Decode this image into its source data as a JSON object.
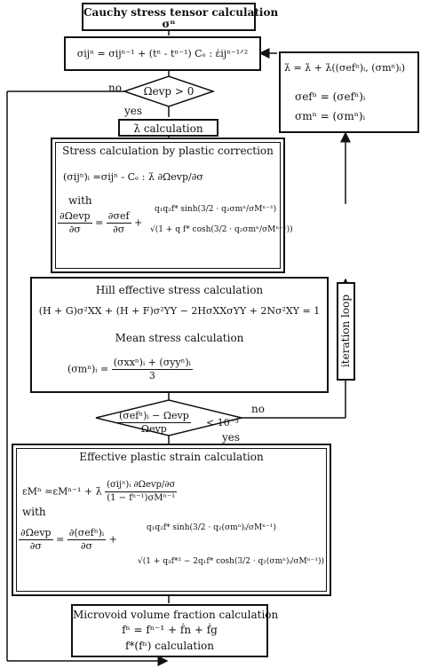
{
  "boxes": {
    "cauchy": {
      "title": "Cauchy stress tensor calculation",
      "sub": "σⁿ"
    },
    "trial": {
      "eq": "σijⁿ = σijⁿ⁻¹ + (tⁿ - tⁿ⁻¹) Cₑ : ε̇ijⁿ⁻¹ᐟ²"
    },
    "lambda_update": {
      "eq1": "λ̇ = λ̇ + λ̇((σefⁿ)ᵢ, (σmⁿ)ᵢ)",
      "eq2": "σefⁿ = (σefⁿ)ᵢ",
      "eq3": "σmⁿ = (σmⁿ)ᵢ"
    },
    "decision1": {
      "text": "Ωevp > 0",
      "no": "no",
      "yes": "yes"
    },
    "lambda_calc": {
      "text": "λ̇  calculation"
    },
    "plastic": {
      "title": "Stress calculation by plastic correction",
      "eq1": "(σijⁿ)ᵢ =σijⁿ - Cₑ : λ̇ ∂Ωevp/∂σ",
      "with": "with",
      "lhs_num": "∂Ωevp",
      "lhs_den": "∂σ",
      "rhs1_num": "∂σef",
      "rhs1_den": "∂σ",
      "rhs2_num": "q₁q₂f* sinh(3/2 · q₂σmⁿ/σMⁿ⁻¹)",
      "rhs2_den": "√(1 + q f* cosh(3/2 · q₂σmⁿ/σMⁿ⁻¹))"
    },
    "hill": {
      "title": "Hill effective stress calculation",
      "eq": "(H + G)σ²XX + (H + F)σ²YY − 2HσXXσYY + 2Nσ²XY = 1",
      "mean_title": "Mean stress calculation",
      "mean_lhs": "(σmⁿ)ᵢ =",
      "mean_num": "(σxxⁿ)ᵢ + (σyyⁿ)ᵢ",
      "mean_den": "3"
    },
    "iteration": {
      "text": "iteration loop"
    },
    "decision2": {
      "num": "(σefⁿ)ᵢ − Ωevp",
      "den": "Ωevp",
      "cmp": "< 10⁻³",
      "no": "no",
      "yes": "yes"
    },
    "strain": {
      "title": "Effective plastic strain calculation",
      "eq_lhs": "εMⁿ =εMⁿ⁻¹ + λ̇",
      "eq_num": "(σijⁿ)ᵢ ∂Ωevp/∂σ",
      "eq_den": "(1 − fⁿ⁻¹)σMⁿ⁻¹",
      "with": "with",
      "lhs_num": "∂Ωevp",
      "lhs_den": "∂σ",
      "rhs1_num": "∂(σefⁿ)ᵢ",
      "rhs1_den": "∂σ",
      "rhs2_num": "q₁q₂f* sinh(3/2 · q₂(σmⁿ)ᵢ/σMⁿ⁻¹)",
      "rhs2_den": "√(1 + q₃f*² − 2q₁f* cosh(3/2 · q₂(σmⁿ)ᵢ/σMⁿ⁻¹))"
    },
    "microvoid": {
      "title": "Microvoid volume fraction calculation",
      "eq": "fⁿ = fⁿ⁻¹ + ḟn + ḟg",
      "calc": "f*(fⁿ) calculation"
    }
  }
}
